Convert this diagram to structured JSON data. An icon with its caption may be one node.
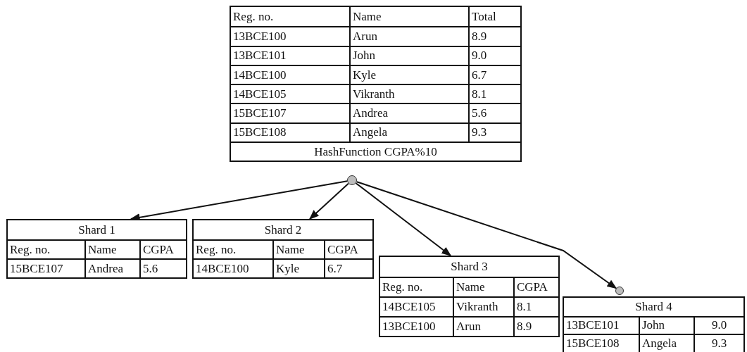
{
  "diagram": {
    "nodes": [
      {
        "text": [
          "Reg. no.",
          "Name",
          "Total",
          "13BCE100",
          "Arun",
          "8.9",
          "13BCE101",
          "John",
          "9.0",
          "14BCE100",
          "Kyle",
          "6.7",
          "14BCE105",
          "Vikranth",
          "8.1",
          "15BCE107",
          "Andrea",
          "5.6",
          "15BCE108",
          "Angela",
          "9.3",
          "HashFunction CGPA%10"
        ]
      },
      {
        "text": [],
        "shape": "circle"
      },
      {
        "text": [
          "Shard 1",
          "Reg. no.",
          "Name",
          "CGPA",
          "15BCE107",
          "Andrea",
          "5.6"
        ]
      },
      {
        "text": [
          "Shard 2",
          "Reg. no.",
          "Name",
          "CGPA",
          "14BCE100",
          "Kyle",
          "6.7"
        ]
      },
      {
        "text": [
          "Shard 3",
          "Reg. no.",
          "Name",
          "CGPA",
          "14BCE105",
          "Vikranth",
          "8.1",
          "13BCE100",
          "Arun",
          "8.9"
        ]
      },
      {
        "text": [],
        "shape": "circle"
      },
      {
        "text": [
          "Shard 4",
          "13BCE101",
          "John",
          "9.0",
          "15BCE108",
          "Angela",
          "9.3"
        ]
      }
    ],
    "edges": [
      {
        "from": 1,
        "to": 2,
        "arrow": "to"
      },
      {
        "from": 1,
        "to": 3,
        "arrow": "to"
      },
      {
        "from": 1,
        "to": 4,
        "arrow": "to"
      },
      {
        "from": 1,
        "to": 5,
        "arrow": "to"
      }
    ]
  }
}
